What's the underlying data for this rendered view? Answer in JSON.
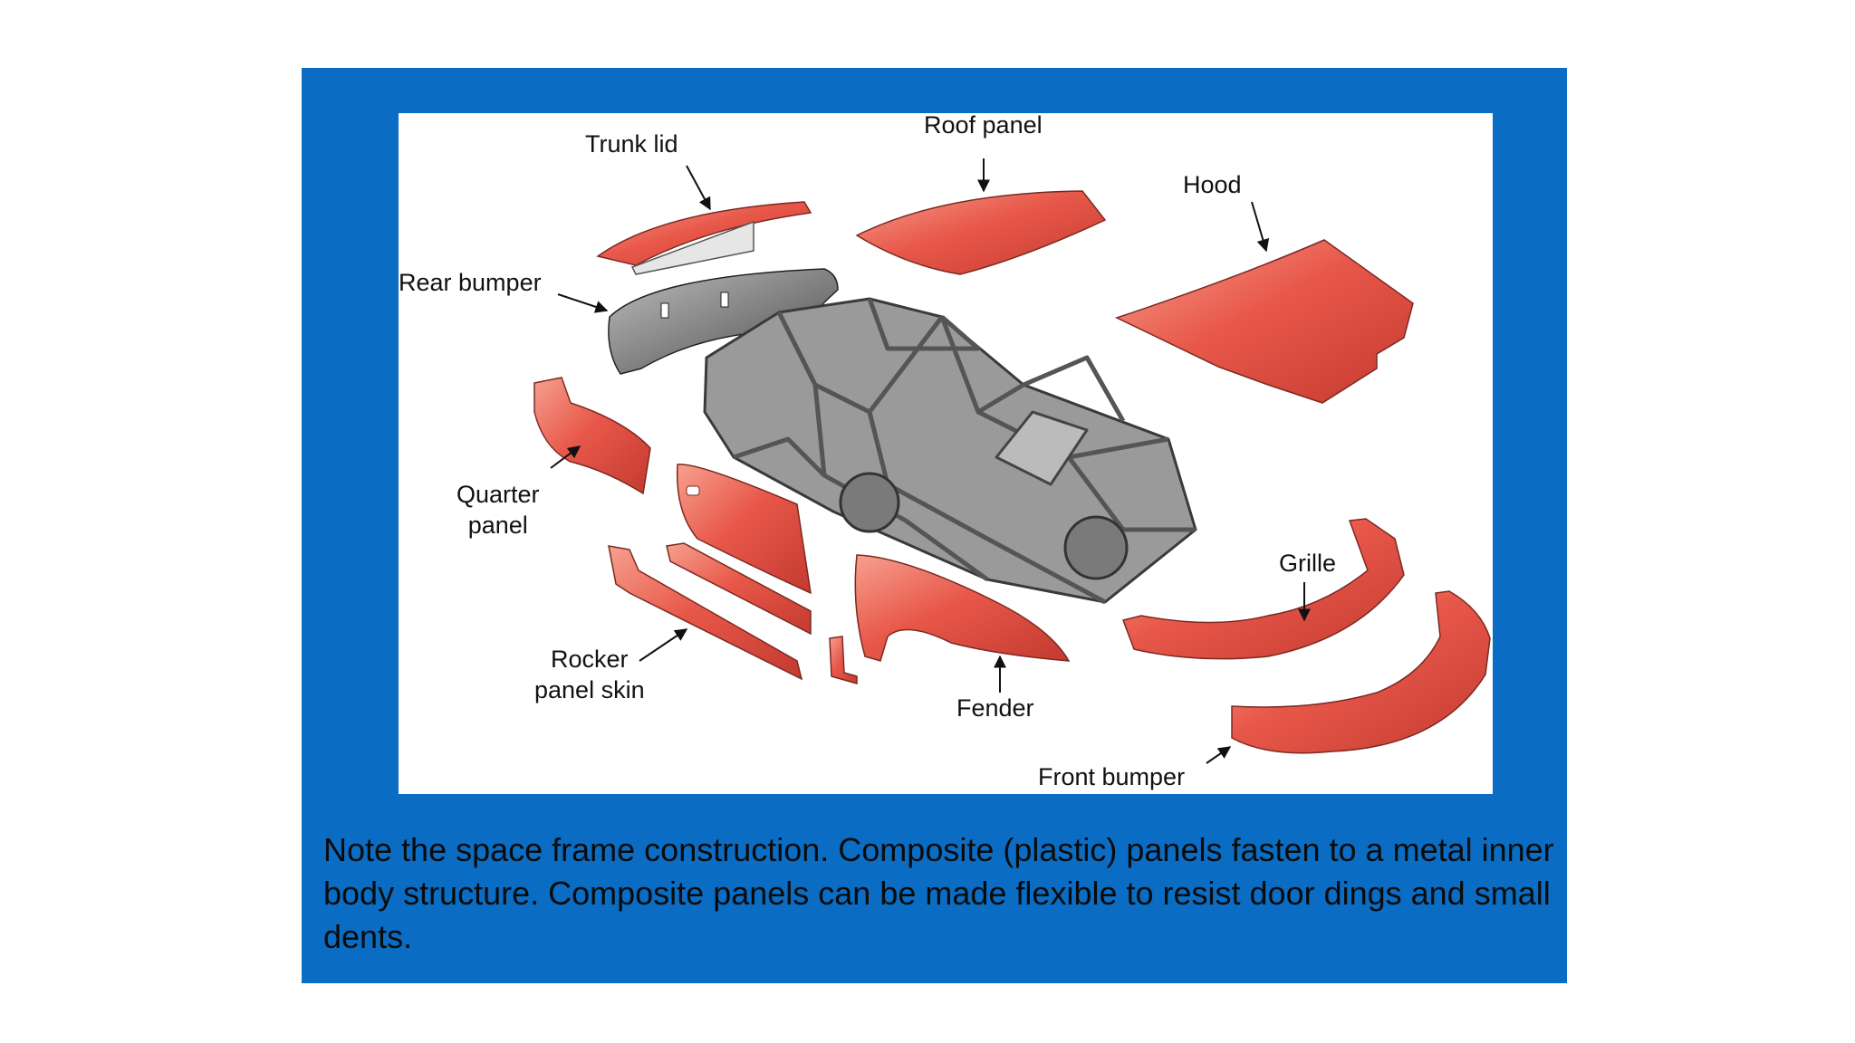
{
  "labels": {
    "trunk_lid": "Trunk lid",
    "roof_panel": "Roof panel",
    "hood": "Hood",
    "rear_bumper": "Rear bumper",
    "quarter_panel_line1": "Quarter",
    "quarter_panel_line2": "panel",
    "grille": "Grille",
    "rocker_panel_line1": "Rocker",
    "rocker_panel_line2": "panel skin",
    "fender": "Fender",
    "front_bumper": "Front bumper"
  },
  "caption": "Note the space frame construction.  Composite (plastic) panels fasten to a metal inner body structure.  Composite panels can be made flexible to resist door dings and small dents.",
  "colors": {
    "slide_background": "#0a6cc2",
    "panel_red": "#e8584a",
    "frame_gray": "#6f6f6f"
  }
}
